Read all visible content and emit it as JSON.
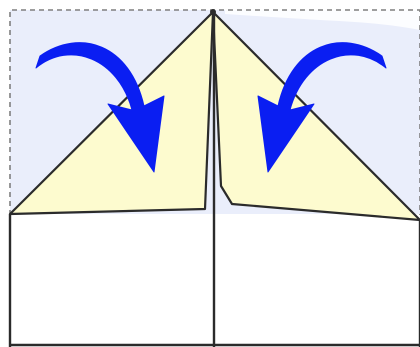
{
  "figure": {
    "description_icons": [
      "paper-airplane-fold-diagram",
      "fold-arrow-left",
      "fold-arrow-right"
    ]
  },
  "colors": {
    "background": "#ffffff",
    "sky": "#eaeefb",
    "flap_fill": "#fdfbcf",
    "line": "#2b2b2b",
    "dashed_border": "#7f7f7f",
    "arrow": "#0a1ef2"
  }
}
